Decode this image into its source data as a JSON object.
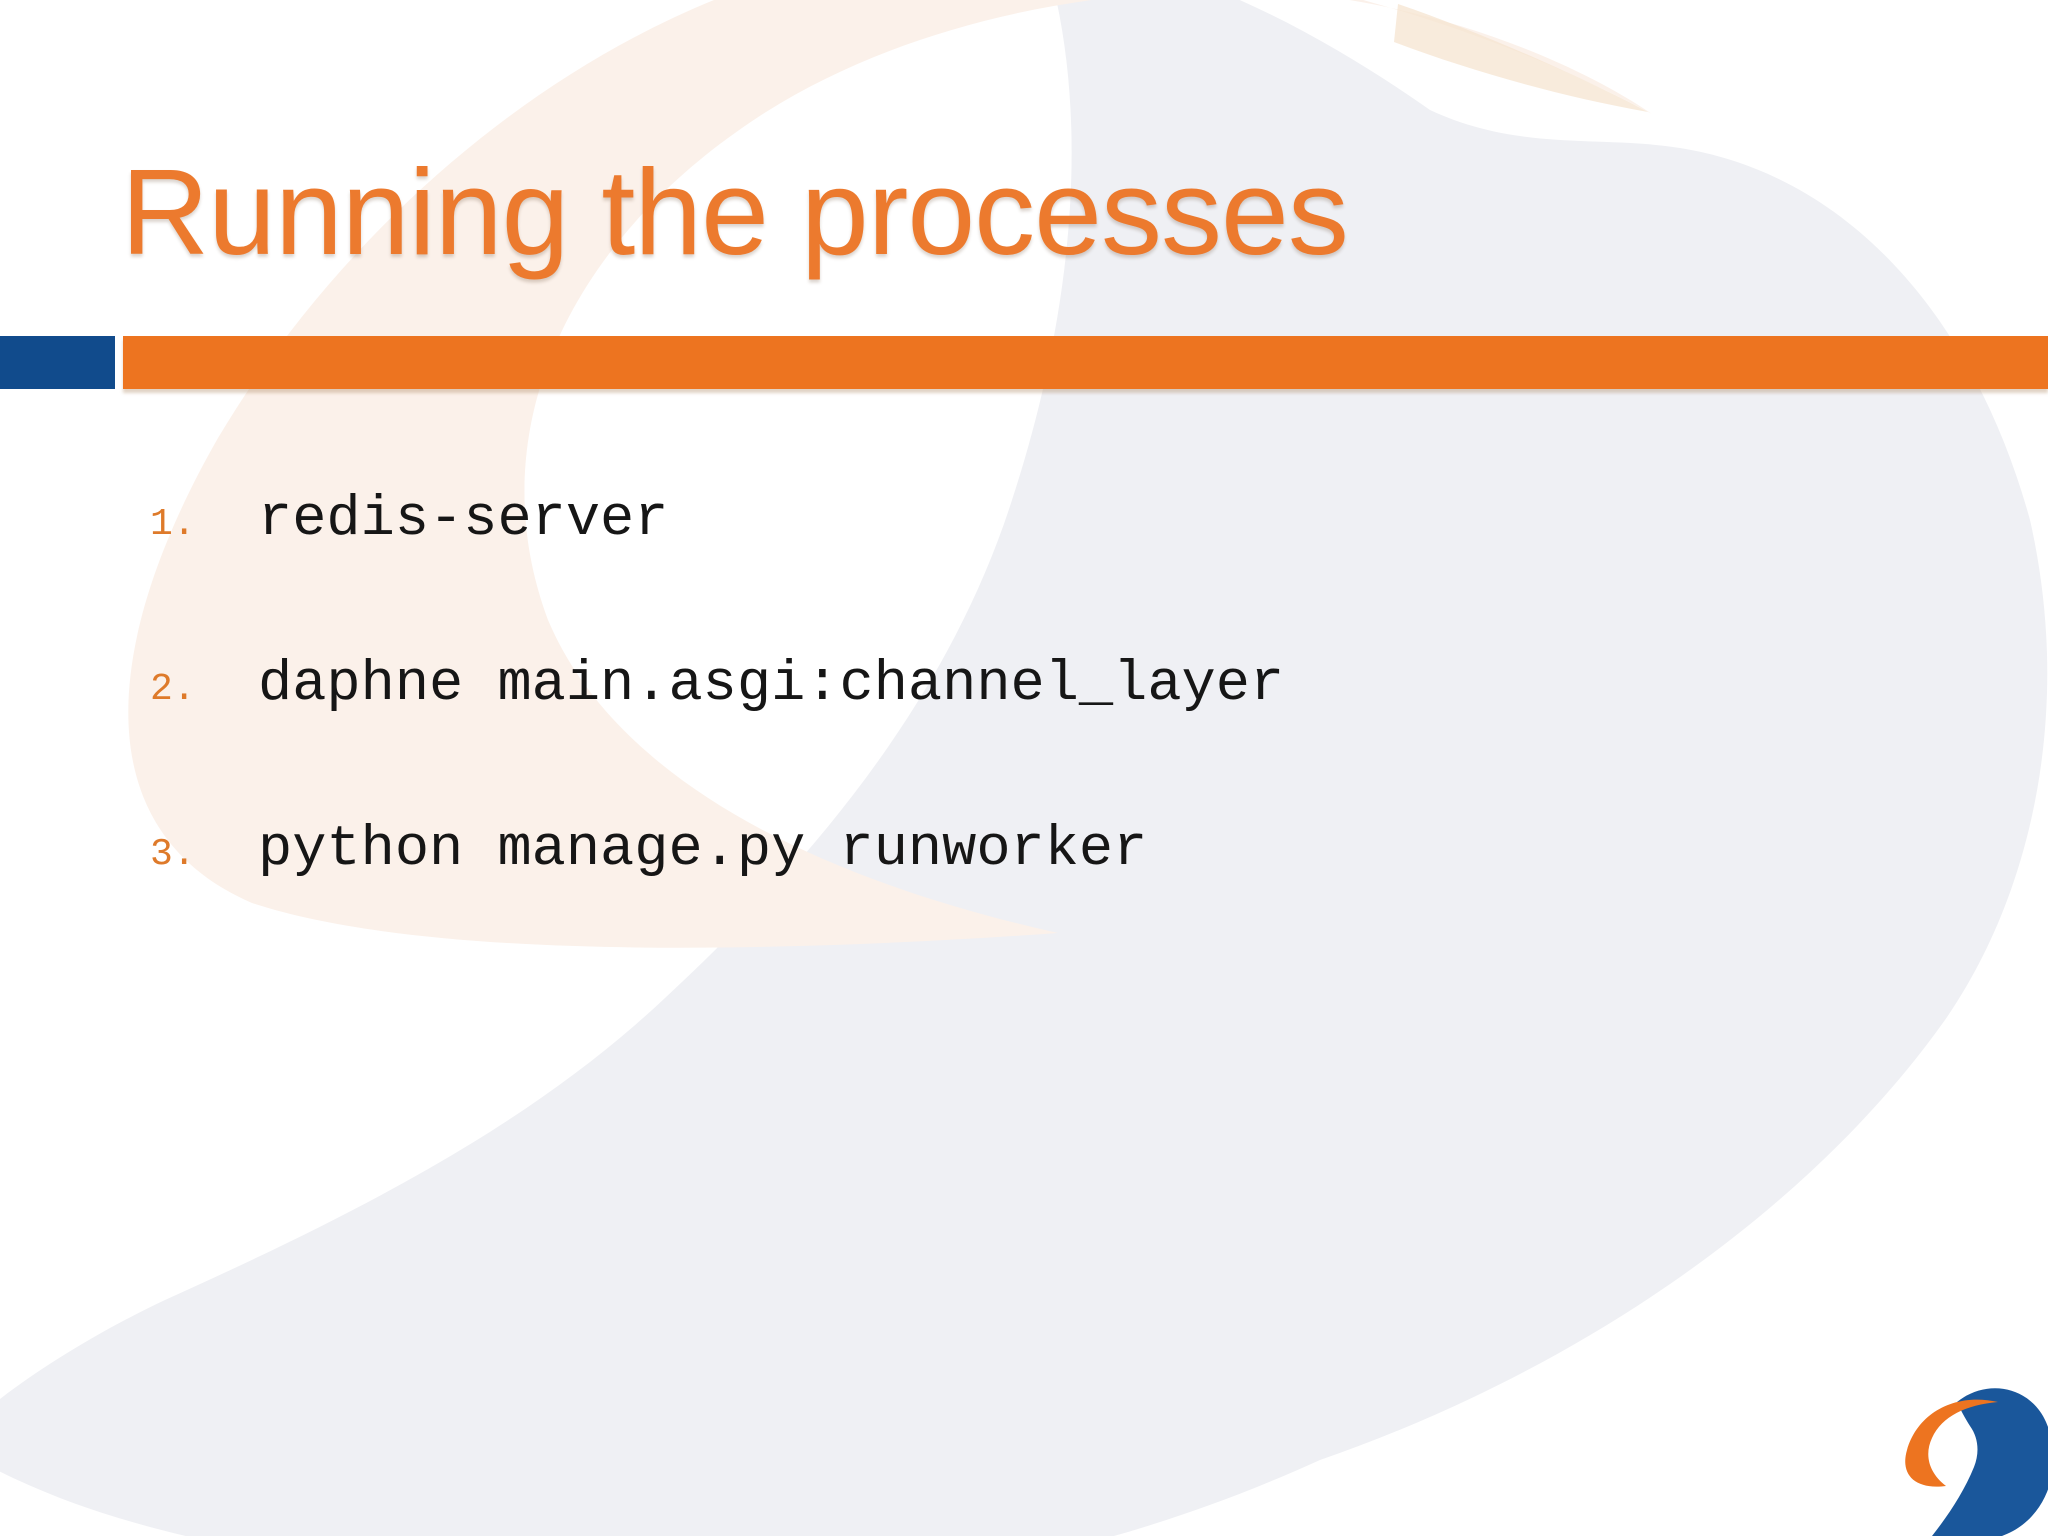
{
  "title": "Running the processes",
  "list": {
    "items": [
      {
        "number": "1.",
        "text": "redis-server"
      },
      {
        "number": "2.",
        "text": "daphne main.asgi:channel_layer"
      },
      {
        "number": "3.",
        "text": "python manage.py runworker"
      }
    ]
  },
  "colors": {
    "accent_orange": "#ED7420",
    "title_orange": "#EC7A2E",
    "navy": "#114B8C",
    "logo_blue": "#1A579B",
    "bg_gray": "#EFF0F4",
    "bg_peach": "#FBF1EA",
    "bg_peach_tip": "#F6E4D0",
    "text_black": "#161616",
    "number_orange": "#DE7A2A"
  }
}
